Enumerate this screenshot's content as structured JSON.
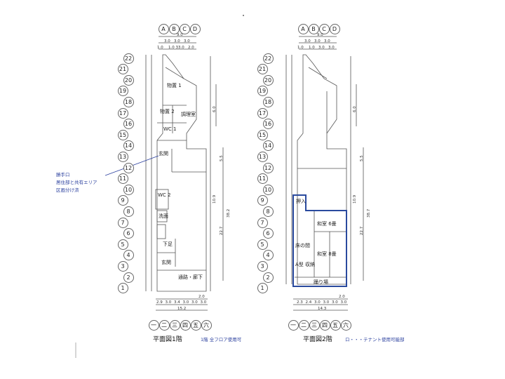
{
  "plans": [
    {
      "title": "平面図1階",
      "note": "1階  全フロア使用可",
      "rooms": [
        "物置 1",
        "物置 2",
        "調理室",
        "WC 1",
        "玄関",
        "WC 2",
        "洗面",
        "下足",
        "玄関",
        "通路・廊下"
      ],
      "dims_top": [
        "9.0",
        "3.0",
        "3.0",
        "3.0",
        "1.0",
        "1.0 3",
        "3.0",
        "2.0",
        "3.0"
      ],
      "dims_bottom": [
        "2.9",
        "3.0",
        "3.4",
        "3.0",
        "3.0",
        "3.0",
        "2.0",
        "15.2"
      ],
      "dims_right": [
        "6.0",
        "5.5",
        "38.2",
        "22.7",
        "10.9",
        "6.0"
      ]
    },
    {
      "title": "平面図2階",
      "note": "ロ・・・テナント使用可能部",
      "rooms": [
        "和室 6畳",
        "和室 8畳",
        "押入",
        "床の間",
        "A型 収納",
        "踊り場"
      ],
      "dims_top": [
        "9.0",
        "3.0",
        "3.0",
        "3.0",
        "1.0",
        "1.0",
        "3.0",
        "3.0"
      ],
      "dims_bottom": [
        "2.3",
        "2.4",
        "3.0",
        "3.0",
        "3.0",
        "3.0",
        "2.0",
        "14.3"
      ],
      "dims_right": [
        "6.0",
        "5.5",
        "38.7",
        "22.7",
        "10.9",
        "6.0"
      ]
    }
  ],
  "grid_letters": [
    "A",
    "B",
    "C",
    "D"
  ],
  "grid_kanji": [
    "一",
    "二",
    "三",
    "四",
    "五",
    "六"
  ],
  "grid_rows": [
    "22",
    "21",
    "20",
    "19",
    "18",
    "17",
    "16",
    "15",
    "14",
    "13",
    "12",
    "11",
    "10",
    "9",
    "8",
    "7",
    "6",
    "5",
    "4",
    "3",
    "2",
    "1"
  ],
  "annotation": {
    "line1": "勝手口",
    "line2": "居住部と共有エリア",
    "line3": "区画分け済"
  },
  "colors": {
    "tenant_outline": "#2a4a9e",
    "annotation": "#2a3f9e",
    "line": "#555555"
  }
}
